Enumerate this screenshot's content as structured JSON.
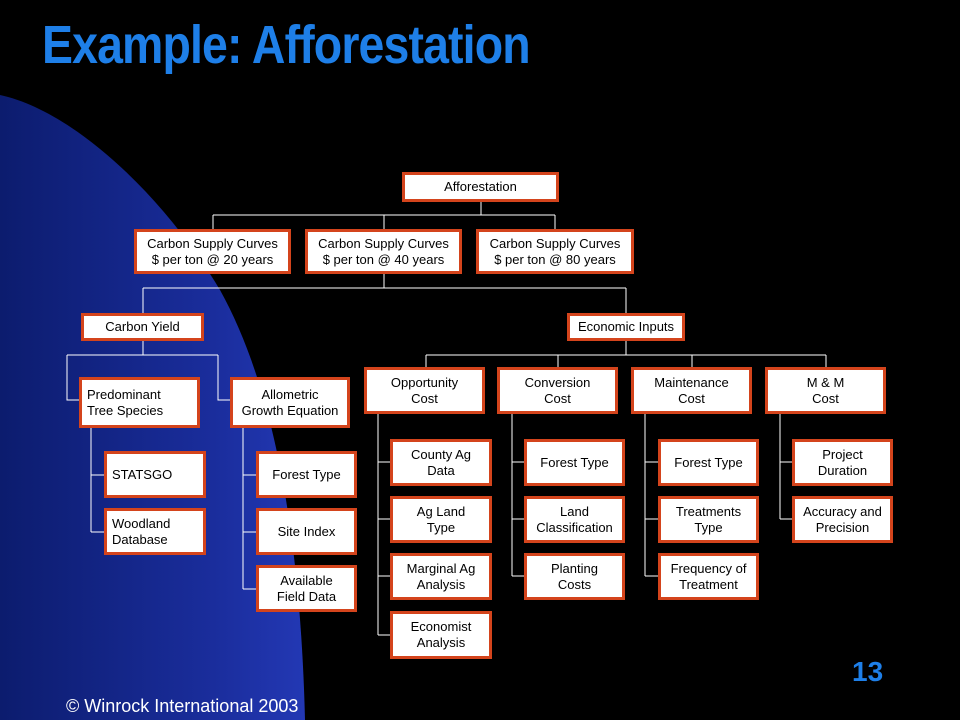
{
  "slide": {
    "title": "Example:  Afforestation",
    "page_number": "13",
    "copyright": "© Winrock International 2003"
  },
  "diagram": {
    "root": "Afforestation",
    "curves": [
      "Carbon Supply Curves\n$ per ton @ 20 years",
      "Carbon Supply Curves\n$ per ton @ 40 years",
      "Carbon Supply Curves\n$ per ton @ 80 years"
    ],
    "carbon_yield": {
      "label": "Carbon Yield",
      "children": [
        {
          "label": "Predominant\nTree Species",
          "children": [
            "STATSGO",
            "Woodland\nDatabase"
          ]
        },
        {
          "label": "Allometric\nGrowth Equation",
          "children": [
            "Forest Type",
            "Site Index",
            "Available\nField Data"
          ]
        }
      ]
    },
    "economic_inputs": {
      "label": "Economic Inputs",
      "children": [
        {
          "label": "Opportunity\nCost",
          "children": [
            "County Ag\nData",
            "Ag Land\nType",
            "Marginal Ag\nAnalysis",
            "Economist\nAnalysis"
          ]
        },
        {
          "label": "Conversion\nCost",
          "children": [
            "Forest Type",
            "Land\nClassification",
            "Planting\nCosts"
          ]
        },
        {
          "label": "Maintenance\nCost",
          "children": [
            "Forest Type",
            "Treatments\nType",
            "Frequency of\nTreatment"
          ]
        },
        {
          "label": "M & M\nCost",
          "children": [
            "Project\nDuration",
            "Accuracy and\nPrecision"
          ]
        }
      ]
    }
  }
}
